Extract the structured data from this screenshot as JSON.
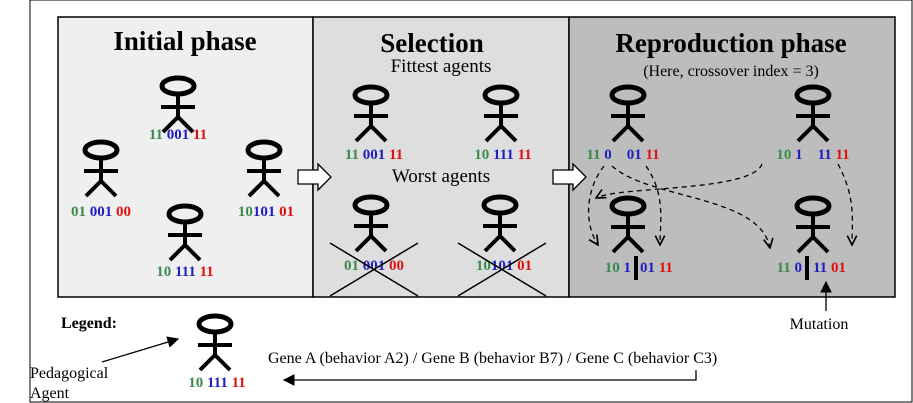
{
  "colors": {
    "geneA": "#3a8a4e",
    "geneB": "#1f1fbf",
    "geneC": "#e01010",
    "panel_initial": "#efefef",
    "panel_selection": "#dedede",
    "panel_reproduction": "#bdbdbd"
  },
  "panels": {
    "initial": {
      "title": "Initial phase"
    },
    "selection": {
      "title": "Selection",
      "fittest_label": "Fittest agents",
      "worst_label": "Worst agents"
    },
    "reproduction": {
      "title": "Reproduction phase",
      "subtitle": "(Here, crossover index = 3)"
    }
  },
  "agents": {
    "initial_top": [
      {
        "text": "11 ",
        "gene": "A"
      },
      {
        "text": "001 ",
        "gene": "B"
      },
      {
        "text": "11",
        "gene": "C"
      }
    ],
    "initial_left": [
      {
        "text": "01 ",
        "gene": "A"
      },
      {
        "text": "001 ",
        "gene": "B"
      },
      {
        "text": "00",
        "gene": "C"
      }
    ],
    "initial_right": [
      {
        "text": "10",
        "gene": "A"
      },
      {
        "text": "101 ",
        "gene": "B"
      },
      {
        "text": "01",
        "gene": "C"
      }
    ],
    "initial_bottom": [
      {
        "text": "10 ",
        "gene": "A"
      },
      {
        "text": "111 ",
        "gene": "B"
      },
      {
        "text": "11",
        "gene": "C"
      }
    ],
    "fit_1": [
      {
        "text": "11 ",
        "gene": "A"
      },
      {
        "text": "001 ",
        "gene": "B"
      },
      {
        "text": "11",
        "gene": "C"
      }
    ],
    "fit_2": [
      {
        "text": "10 ",
        "gene": "A"
      },
      {
        "text": "111 ",
        "gene": "B"
      },
      {
        "text": "11",
        "gene": "C"
      }
    ],
    "worst_1": [
      {
        "text": "01 ",
        "gene": "A"
      },
      {
        "text": "001 ",
        "gene": "B"
      },
      {
        "text": "00",
        "gene": "C"
      }
    ],
    "worst_2": [
      {
        "text": "10",
        "gene": "A"
      },
      {
        "text": "101 ",
        "gene": "B"
      },
      {
        "text": "01",
        "gene": "C"
      }
    ],
    "parent_1": [
      {
        "text": "11 ",
        "gene": "A"
      },
      {
        "text": "0",
        "gene": "B"
      },
      {
        "text": "    01 ",
        "gene": "B"
      },
      {
        "text": "11",
        "gene": "C"
      }
    ],
    "parent_2": [
      {
        "text": "10 ",
        "gene": "A"
      },
      {
        "text": "1",
        "gene": "B"
      },
      {
        "text": "    11 ",
        "gene": "B"
      },
      {
        "text": "11",
        "gene": "C"
      }
    ],
    "child_1_left": [
      {
        "text": "10 ",
        "gene": "A"
      },
      {
        "text": "1",
        "gene": "B"
      }
    ],
    "child_1_right": [
      {
        "text": "01 ",
        "gene": "B"
      },
      {
        "text": "11",
        "gene": "C"
      }
    ],
    "child_2_left": [
      {
        "text": "11 ",
        "gene": "A"
      },
      {
        "text": "0",
        "gene": "B"
      }
    ],
    "child_2_right": [
      {
        "text": "11 ",
        "gene": "B"
      },
      {
        "text": "01",
        "gene": "C"
      }
    ],
    "legend_agent": [
      {
        "text": "10 ",
        "gene": "A"
      },
      {
        "text": "111 ",
        "gene": "B"
      },
      {
        "text": "11",
        "gene": "C"
      }
    ]
  },
  "legend": {
    "title": "Legend:",
    "pedagogical_agent_line1": "Pedagogical",
    "pedagogical_agent_line2": "Agent",
    "genes_caption": "Gene A (behavior A2) / Gene B (behavior B7) / Gene C (behavior C3)",
    "mutation": "Mutation"
  }
}
